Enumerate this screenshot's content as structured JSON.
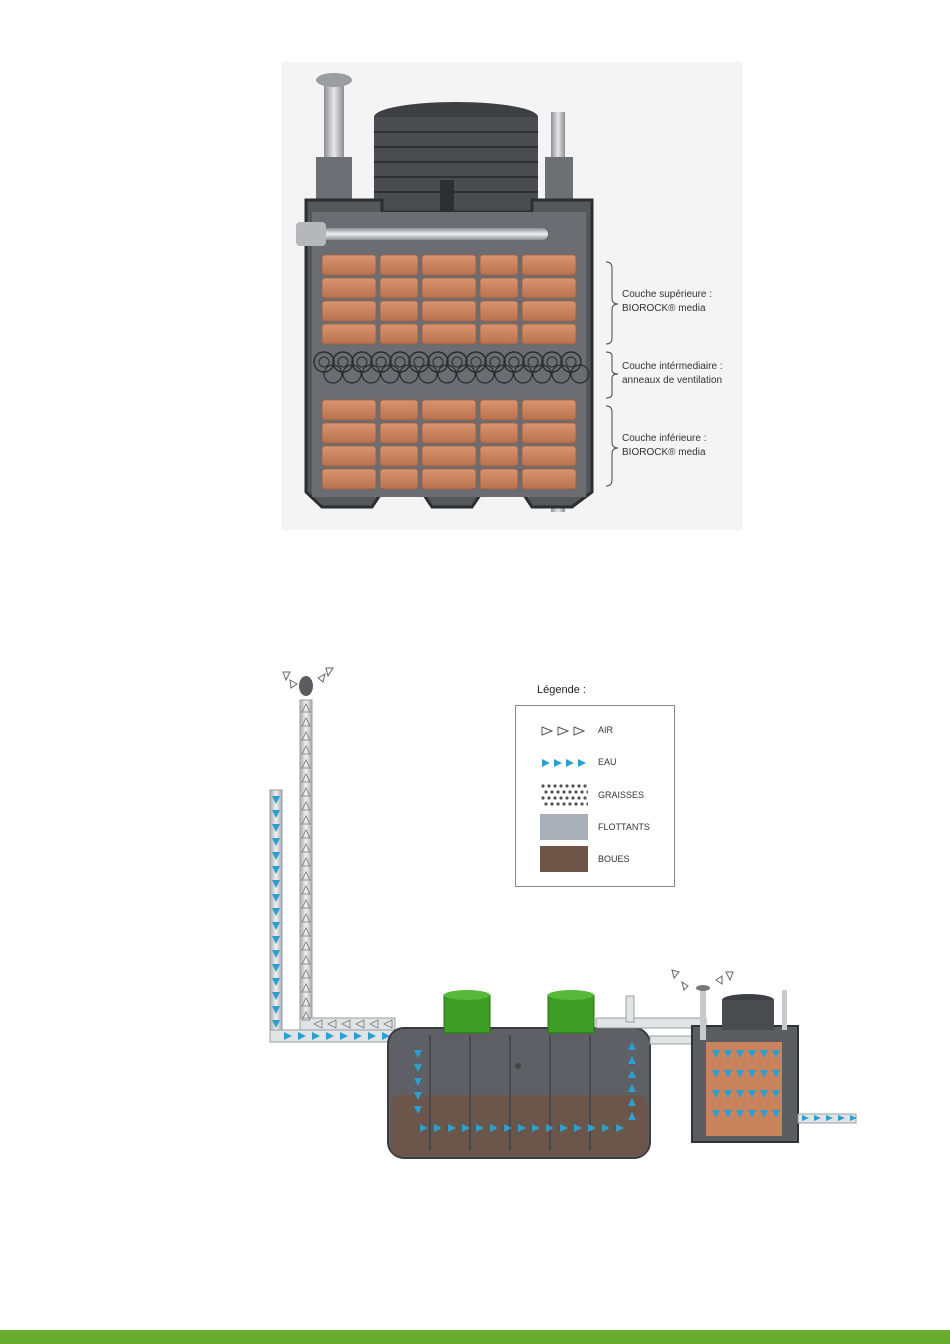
{
  "top_diagram": {
    "labels": [
      {
        "line1": "Couche supérieure :",
        "line2": "BIOROCK® media"
      },
      {
        "line1": "Couche intérmediaire :",
        "line2": "anneaux de ventilation"
      },
      {
        "line1": "Couche inférieure :",
        "line2": "BIOROCK® media"
      }
    ]
  },
  "legend": {
    "title": "Légende :",
    "items": [
      {
        "label": "AIR",
        "icon": "air-arrows-icon"
      },
      {
        "label": "EAU",
        "icon": "water-arrows-icon"
      },
      {
        "label": "GRAISSES",
        "icon": "grease-dots-icon"
      },
      {
        "label": "FLOTTANTS",
        "icon": "floating-swatch",
        "color": "#a9b0ba"
      },
      {
        "label": "BOUES",
        "icon": "sludge-swatch",
        "color": "#6e5548"
      }
    ]
  },
  "colors": {
    "media_brick": "#c9835c",
    "tank_dark": "#5b5d61",
    "water_arrow": "#2a9fd0",
    "sludge": "#6e5548",
    "lid_green": "#3e9a25",
    "footer_green": "#6aac2e"
  }
}
